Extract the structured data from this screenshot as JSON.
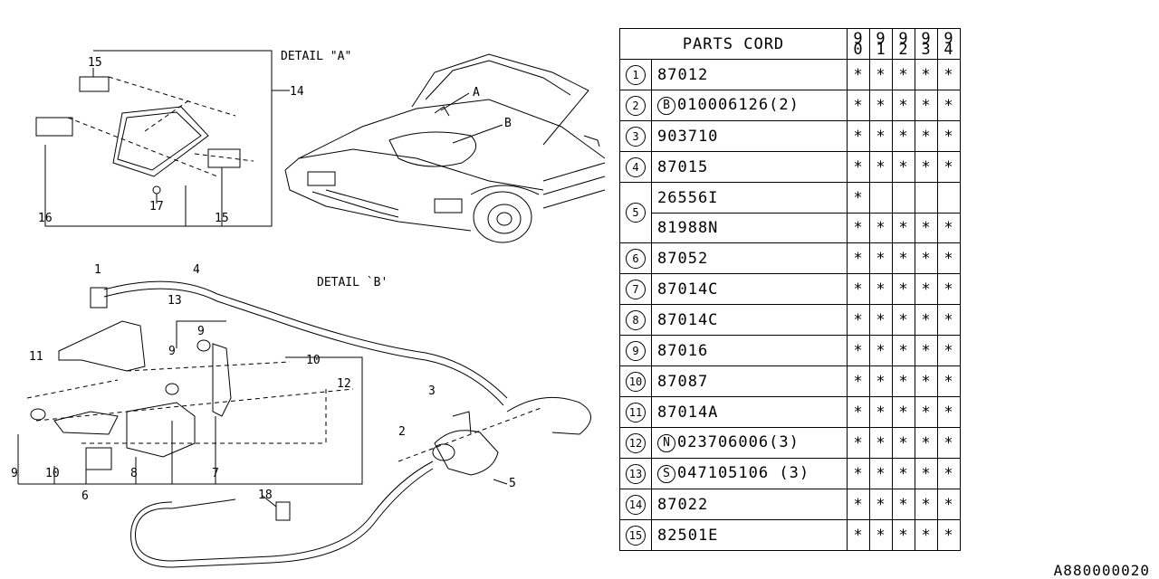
{
  "diagram": {
    "detail_a_label": "DETAIL \"A\"",
    "detail_b_label": "DETAIL `B'",
    "callout_a": "A",
    "callout_b": "B",
    "callouts": [
      "1",
      "2",
      "3",
      "4",
      "5",
      "6",
      "7",
      "8",
      "9",
      "9",
      "9",
      "10",
      "10",
      "11",
      "12",
      "13",
      "14",
      "15",
      "15",
      "16",
      "17",
      "18"
    ]
  },
  "table": {
    "title": "PARTS CORD",
    "years": [
      "90",
      "91",
      "92",
      "93",
      "94"
    ],
    "rows": [
      {
        "no": "1",
        "prefix": "",
        "part": "87012",
        "marks": [
          "*",
          "*",
          "*",
          "*",
          "*"
        ]
      },
      {
        "no": "2",
        "prefix": "B",
        "part": "010006126(2)",
        "marks": [
          "*",
          "*",
          "*",
          "*",
          "*"
        ]
      },
      {
        "no": "3",
        "prefix": "",
        "part": "903710",
        "marks": [
          "*",
          "*",
          "*",
          "*",
          "*"
        ]
      },
      {
        "no": "4",
        "prefix": "",
        "part": "87015",
        "marks": [
          "*",
          "*",
          "*",
          "*",
          "*"
        ]
      },
      {
        "no": "5",
        "prefix": "",
        "part": "26556I",
        "marks": [
          "*",
          "",
          "",
          "",
          ""
        ],
        "part2": "81988N",
        "marks2": [
          "*",
          "*",
          "*",
          "*",
          "*"
        ]
      },
      {
        "no": "6",
        "prefix": "",
        "part": "87052",
        "marks": [
          "*",
          "*",
          "*",
          "*",
          "*"
        ]
      },
      {
        "no": "7",
        "prefix": "",
        "part": "87014C",
        "marks": [
          "*",
          "*",
          "*",
          "*",
          "*"
        ]
      },
      {
        "no": "8",
        "prefix": "",
        "part": "87014C",
        "marks": [
          "*",
          "*",
          "*",
          "*",
          "*"
        ]
      },
      {
        "no": "9",
        "prefix": "",
        "part": "87016",
        "marks": [
          "*",
          "*",
          "*",
          "*",
          "*"
        ]
      },
      {
        "no": "10",
        "prefix": "",
        "part": "87087",
        "marks": [
          "*",
          "*",
          "*",
          "*",
          "*"
        ]
      },
      {
        "no": "11",
        "prefix": "",
        "part": "87014A",
        "marks": [
          "*",
          "*",
          "*",
          "*",
          "*"
        ]
      },
      {
        "no": "12",
        "prefix": "N",
        "part": "023706006(3)",
        "marks": [
          "*",
          "*",
          "*",
          "*",
          "*"
        ]
      },
      {
        "no": "13",
        "prefix": "S",
        "part": "047105106 (3)",
        "marks": [
          "*",
          "*",
          "*",
          "*",
          "*"
        ]
      },
      {
        "no": "14",
        "prefix": "",
        "part": "87022",
        "marks": [
          "*",
          "*",
          "*",
          "*",
          "*"
        ]
      },
      {
        "no": "15",
        "prefix": "",
        "part": "82501E",
        "marks": [
          "*",
          "*",
          "*",
          "*",
          "*"
        ]
      }
    ]
  },
  "drawing_code": "A880000020"
}
